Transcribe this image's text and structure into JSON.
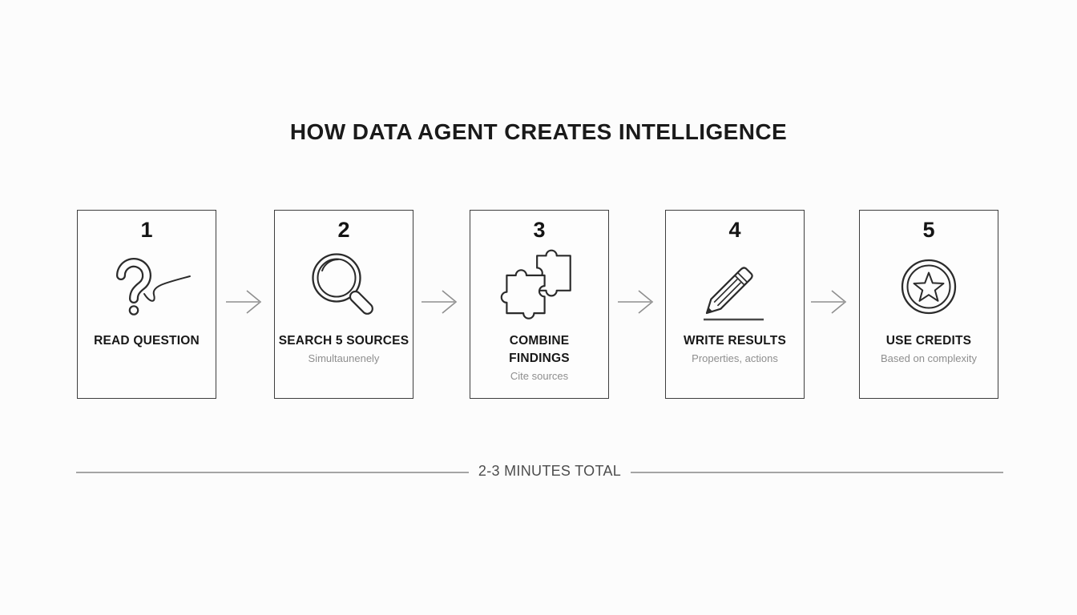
{
  "title": "HOW DATA AGENT CREATES INTELLIGENCE",
  "steps": [
    {
      "number": "1",
      "icon": "question-mark-icon",
      "label": "READ QUESTION",
      "subtitle": ""
    },
    {
      "number": "2",
      "icon": "magnifier-icon",
      "label": "SEARCH 5 SOURCES",
      "subtitle": "Simultaunenely"
    },
    {
      "number": "3",
      "icon": "puzzle-pieces-icon",
      "label": "COMBINE FINDINGS",
      "subtitle": "Cite sources"
    },
    {
      "number": "4",
      "icon": "pencil-icon",
      "label": "WRITE RESULTS",
      "subtitle": "Properties, actions"
    },
    {
      "number": "5",
      "icon": "coin-star-icon",
      "label": "USE CREDITS",
      "subtitle": "Based on complexity"
    }
  ],
  "footer": {
    "duration": "2-3 MINUTES TOTAL"
  },
  "colors": {
    "background": "#fcfcfc",
    "card_border": "#3e3e3e",
    "text_primary": "#1a1a1a",
    "text_secondary": "#8e8e8e",
    "icon_stroke": "#2b2b2b",
    "arrow": "#8f8f8f",
    "divider": "#a5a5a5"
  }
}
